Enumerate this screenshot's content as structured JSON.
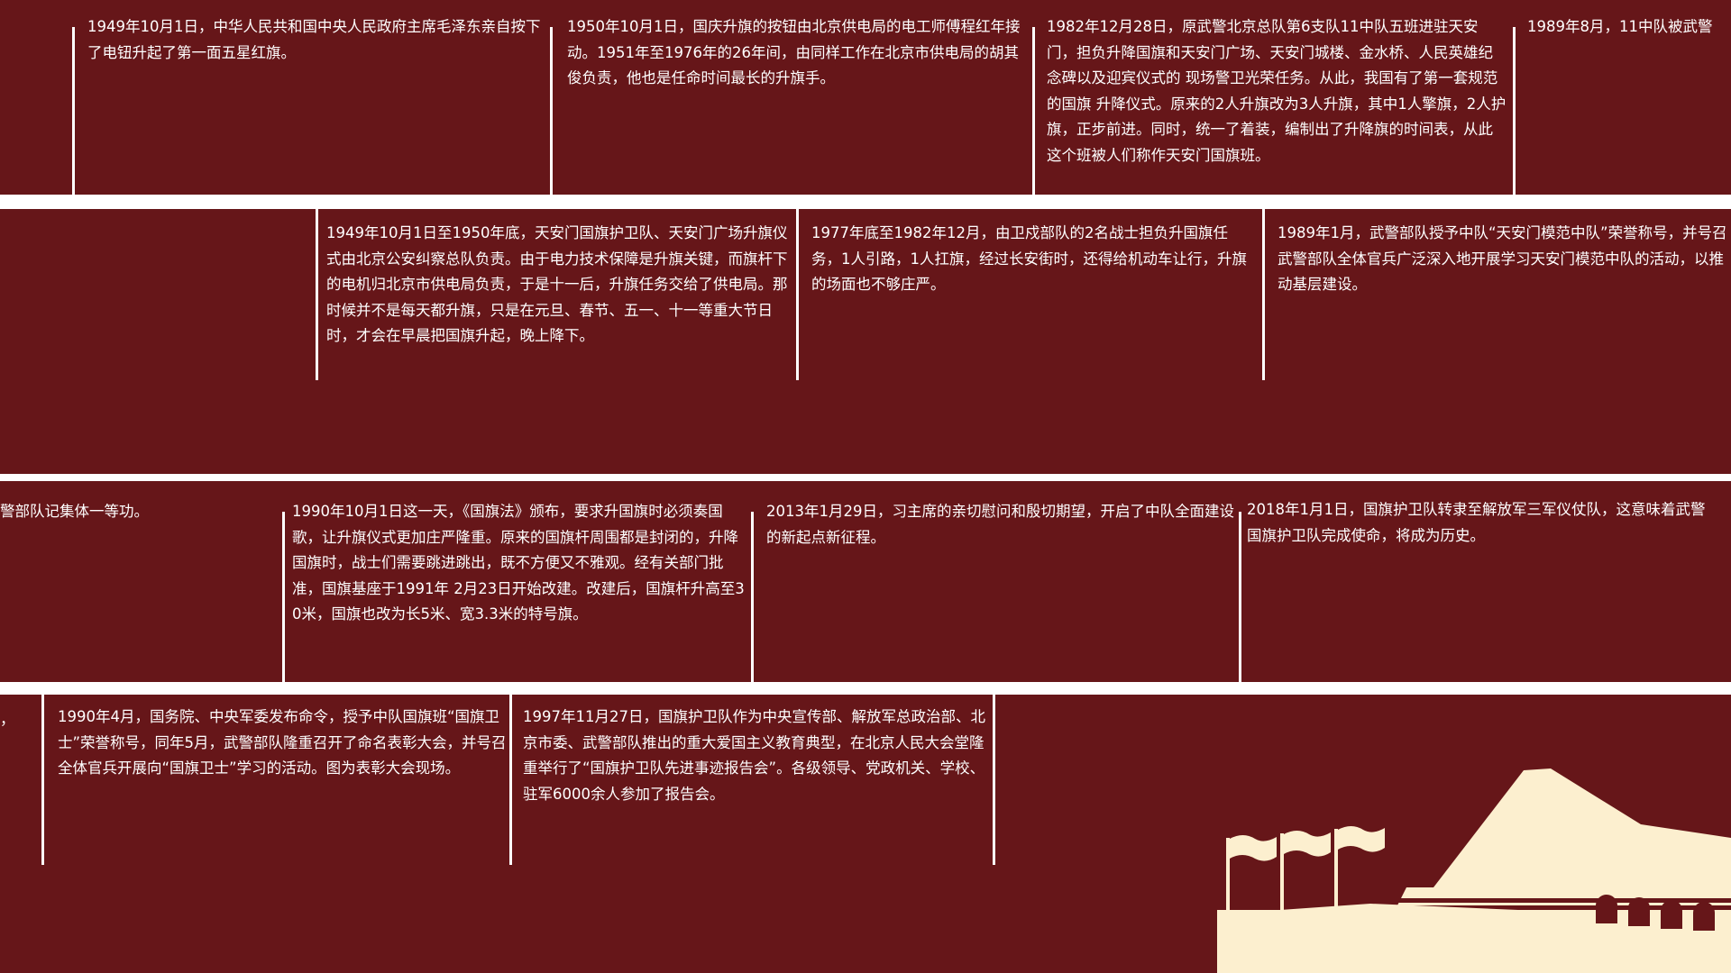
{
  "timeline": {
    "row1": [
      "1949年10月1日，中华人民共和国中央人民政府主席毛泽东亲自按下了电钮升起了第一面五星红旗。",
      "1950年10月1日，国庆升旗的按钮由北京供电局的电工师傅程红年接动。1951年至1976年的26年间，由同样工作在北京市供电局的胡其俊负责，他也是任命时间最长的升旗手。",
      "1982年12月28日，原武警北京总队第6支队11中队五班进驻天安门，担负升降国旗和天安门广场、天安门城楼、金水桥、人民英雄纪念碑以及迎宾仪式的 现场警卫光荣任务。从此，我国有了第一套规范的国旗 升降仪式。原来的2人升旗改为3人升旗，其中1人擎旗，2人护旗，正步前进。同时，统一了着装，编制出了升降旗的时间表，从此这个班被人们称作天安门国旗班。",
      "1989年8月，11中队被武警"
    ],
    "row2": [
      "1949年10月1日至1950年底，天安门国旗护卫队、天安门广场升旗仪式由北京公安纠察总队负责。由于电力技术保障是升旗关键，而旗杆下的电机归北京市供电局负责，于是十一后，升旗任务交给了供电局。那时候并不是每天都升旗，只是在元旦、春节、五一、十一等重大节日时，才会在早晨把国旗升起，晚上降下。",
      "1977年底至1982年12月，由卫戍部队的2名战士担负升国旗任务，1人引路，1人扛旗，经过长安街时，还得给机动车让行，升旗的场面也不够庄严。",
      "1989年1月，武警部队授予中队“天安门模范中队”荣誉称号，并号召武警部队全体官兵广泛深入地开展学习天安门模范中队的活动，以推动基层建设。"
    ],
    "row3": [
      "警部队记集体一等功。",
      "1990年10月1日这一天，《国旗法》颁布，要求升国旗时必须奏国歌，让升旗仪式更加庄严隆重。原来的国旗杆周围都是封闭的，升降国旗时，战士们需要跳进跳出，既不方便又不雅观。经有关部门批准，国旗基座于1991年 2月23日开始改建。改建后，国旗杆升高至30米，国旗也改为长5米、宽3.3米的特号旗。",
      "2013年1月29日，习主席的亲切慰问和殷切期望，开启了中队全面建设的新起点新征程。",
      "2018年1月1日，国旗护卫队转隶至解放军三军仪仗队，这意味着武警国旗护卫队完成使命，将成为历史。"
    ],
    "row4": [
      "，",
      "1990年4月，国务院、中央军委发布命令，授予中队国旗班“国旗卫士”荣誉称号，同年5月，武警部队隆重召开了命名表彰大会，并号召全体官兵开展向“国旗卫士”学习的活动。图为表彰大会现场。",
      "1997年11月27日，国旗护卫队作为中央宣传部、解放军总政治部、北京市委、武警部队推出的重大爱国主义教育典型，在北京人民大会堂隆重举行了“国旗护卫队先进事迹报告会”。各级领导、党政机关、学校、驻军6000余人参加了报告会。"
    ]
  },
  "colors": {
    "background": "#661619",
    "text": "#ffffff",
    "gate": "#fcefcf"
  },
  "icons": [
    "tiananmen-gate-icon"
  ]
}
